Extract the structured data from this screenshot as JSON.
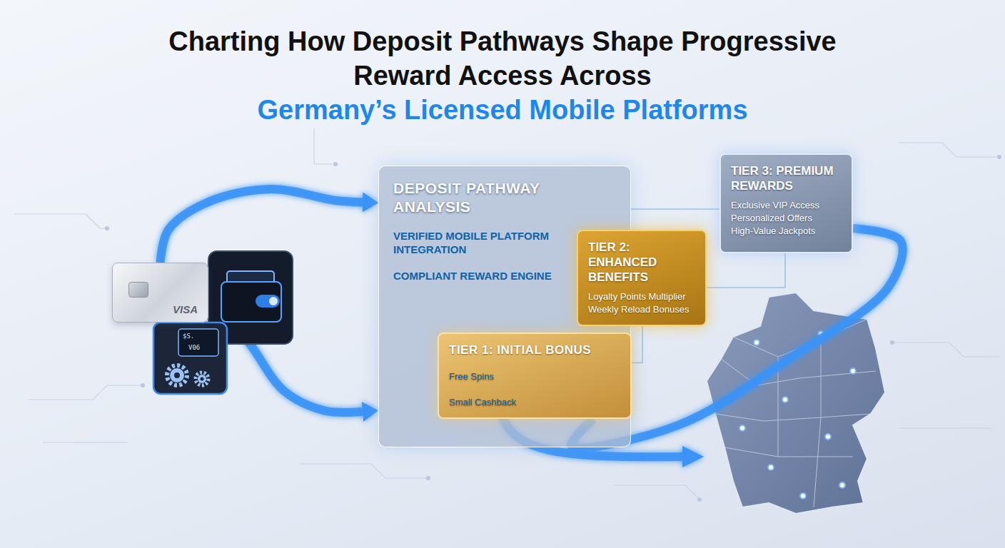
{
  "diagram": {
    "title": "Charting How Deposit Pathways Shape Progressive Reward Access Across",
    "nodes": [
      {
        "text": [
          "VISA"
        ]
      },
      {
        "text": [
          "DEPOSIT PATHWAY ANALYSIS",
          "VERIFIED MOBILE PLATFORM INTEGRATION",
          "COMPLIANT REWARD ENGINE"
        ]
      },
      {
        "text": [
          "TIER 1: INITIAL BONUS",
          "Free Spins",
          "Small Cashback"
        ],
        "in": 1
      },
      {
        "text": [
          "TIER 2: ENHANCED BENEFITS",
          "Loyalty Points Multiplier",
          "Weekly Reload Bonuses"
        ]
      },
      {
        "text": [
          "TIER 3: PREMIUM REWARDS",
          "Exclusive VIP Access",
          "Personalized Offers",
          "High-Value Jackpots"
        ]
      }
    ],
    "edges": [
      {
        "from": 0,
        "to": 1,
        "arrow": "to"
      },
      {
        "from": 0,
        "to": 1,
        "arrow": "to"
      },
      {
        "from": 1,
        "to": 4,
        "arrow": "none"
      },
      {
        "from": 2,
        "to": 3,
        "arrow": "none"
      },
      {
        "from": 3,
        "to": 4,
        "arrow": "none"
      },
      {
        "from": 2,
        "to": 4,
        "arrow": "none"
      }
    ],
    "labels": [
      "Germany’s Licensed Mobile Platforms",
      "$S.",
      "V06"
    ]
  }
}
